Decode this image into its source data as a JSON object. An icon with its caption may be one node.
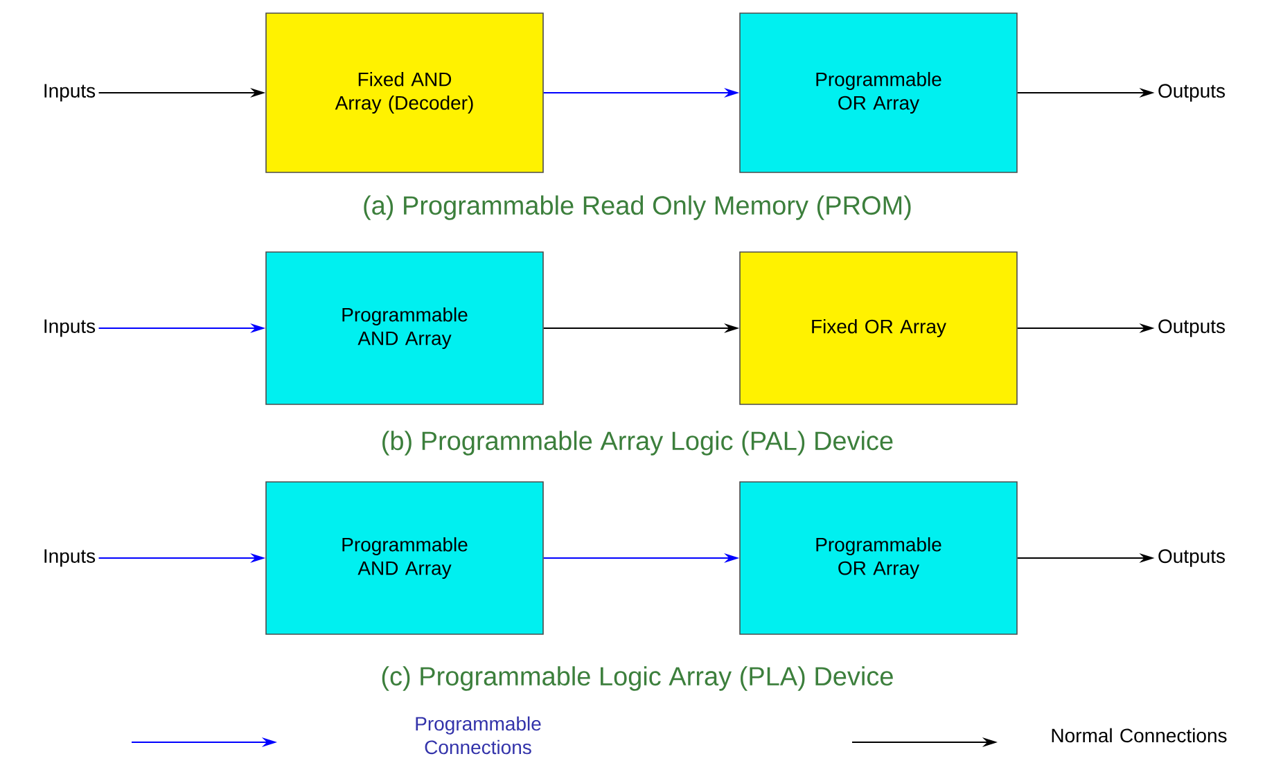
{
  "diagram": {
    "nodes": [
      {
        "text": [
          "Inputs"
        ]
      },
      {
        "text": [
          "Fixed AND Array (Decoder)"
        ]
      },
      {
        "text": [
          "Programmable OR Array"
        ]
      },
      {
        "text": [
          "Outputs"
        ]
      },
      {
        "text": [
          "Inputs"
        ]
      },
      {
        "text": [
          "Programmable AND Array"
        ]
      },
      {
        "text": [
          "Fixed OR Array"
        ]
      },
      {
        "text": [
          "Outputs"
        ]
      },
      {
        "text": [
          "Inputs"
        ]
      },
      {
        "text": [
          "Programmable AND Array"
        ]
      },
      {
        "text": [
          "Programmable OR Array"
        ]
      },
      {
        "text": [
          "Outputs"
        ]
      }
    ],
    "edges": [
      {
        "from": 0,
        "to": 1,
        "arrow": "to"
      },
      {
        "from": 1,
        "to": 2,
        "arrow": "to",
        "color": "#0000ff"
      },
      {
        "from": 2,
        "to": 3,
        "arrow": "to"
      },
      {
        "from": 4,
        "to": 5,
        "arrow": "to",
        "color": "#0000ff"
      },
      {
        "from": 5,
        "to": 6,
        "arrow": "to"
      },
      {
        "from": 6,
        "to": 7,
        "arrow": "to"
      },
      {
        "from": 8,
        "to": 9,
        "arrow": "to",
        "color": "#0000ff"
      },
      {
        "from": 9,
        "to": 10,
        "arrow": "to",
        "color": "#0000ff"
      },
      {
        "from": 10,
        "to": 11,
        "arrow": "to"
      }
    ],
    "labels": [
      "(a) Programmable Read Only Memory (PROM)",
      "(b) Programmable Array Logic (PAL) Device",
      "(c) Programmable Logic Array (PLA) Device"
    ],
    "legend": [
      {
        "text": "Programmable Connections"
      },
      {
        "text": "Normal Connections"
      }
    ]
  }
}
